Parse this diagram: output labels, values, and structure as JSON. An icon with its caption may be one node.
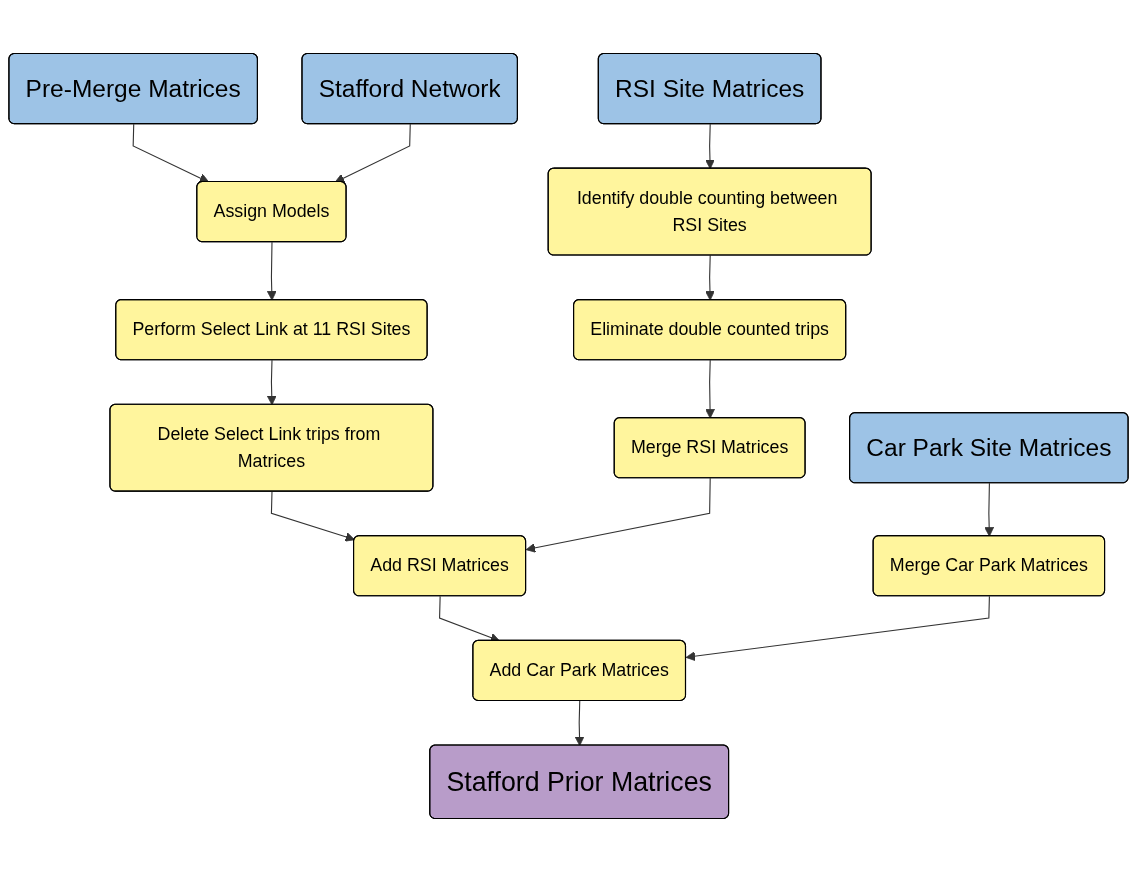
{
  "diagram": {
    "nodes": [
      {
        "text": [
          "Pre-Merge Matrices"
        ]
      },
      {
        "text": [
          "RSI Site Matrices"
        ]
      },
      {
        "text": [
          "Assign Models"
        ]
      },
      {
        "text": [
          "Stafford Network"
        ]
      },
      {
        "text": [
          "Identify double counting between RSI Sites"
        ]
      },
      {
        "text": [
          "Perform Select Link at 11 RSI Sites"
        ]
      },
      {
        "text": [
          "Eliminate double counted trips"
        ]
      },
      {
        "text": [
          "Delete Select Link trips from Matrices"
        ]
      },
      {
        "text": [
          "Merge RSI Matrices"
        ]
      },
      {
        "text": [
          "Add RSI Matrices"
        ]
      },
      {
        "text": [
          "Car Park Site Matrices"
        ]
      },
      {
        "text": [
          "Add Car Park Matrices"
        ]
      },
      {
        "text": [
          "Merge Car Park Matrices"
        ]
      },
      {
        "text": [
          "Stafford Prior Matrices"
        ]
      }
    ],
    "edges": [
      {
        "from": 0,
        "to": 2,
        "arrow": "to"
      },
      {
        "from": 3,
        "to": 2,
        "arrow": "to"
      },
      {
        "from": 2,
        "to": 5,
        "arrow": "to"
      },
      {
        "from": 5,
        "to": 7,
        "arrow": "to"
      },
      {
        "from": 7,
        "to": 9,
        "arrow": "to"
      },
      {
        "from": 1,
        "to": 4,
        "arrow": "to"
      },
      {
        "from": 4,
        "to": 6,
        "arrow": "to"
      },
      {
        "from": 6,
        "to": 8,
        "arrow": "to"
      },
      {
        "from": 8,
        "to": 9,
        "arrow": "to"
      },
      {
        "from": 9,
        "to": 11,
        "arrow": "to"
      },
      {
        "from": 10,
        "to": 12,
        "arrow": "to"
      },
      {
        "from": 12,
        "to": 11,
        "arrow": "to"
      },
      {
        "from": 11,
        "to": 13,
        "arrow": "to"
      }
    ]
  }
}
